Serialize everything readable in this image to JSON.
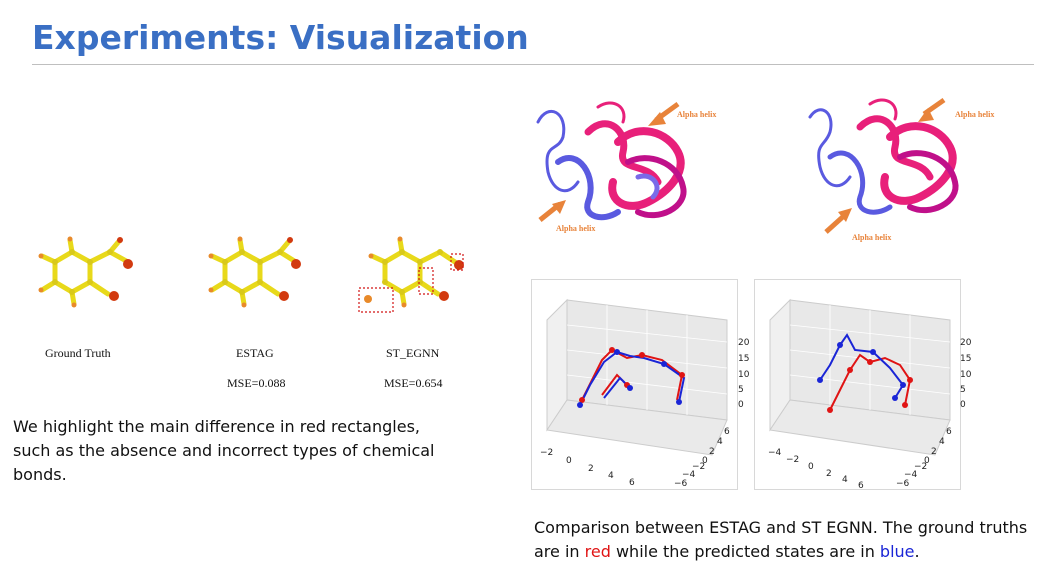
{
  "slide": {
    "title": "Experiments: Visualization"
  },
  "molecules": [
    {
      "label": "Ground Truth",
      "mse": ""
    },
    {
      "label": "ESTAG",
      "mse": "MSE=0.088"
    },
    {
      "label": "ST_EGNN",
      "mse": "MSE=0.654"
    }
  ],
  "left_text": {
    "description": "We highlight the main difference in red rectangles, such as the absence and incorrect types of chemical bonds."
  },
  "proteins": {
    "labels": [
      "Alpha helix",
      "Alpha helix",
      "Alpha helix",
      "Alpha helix"
    ]
  },
  "plots": {
    "left": {
      "z_ticks": [
        "20",
        "15",
        "10",
        "5",
        "0"
      ],
      "x_ticks": [
        "−2",
        "0",
        "2",
        "4",
        "6"
      ],
      "y_ticks": [
        "6",
        "4",
        "2",
        "0",
        "−2",
        "−4",
        "−6"
      ]
    },
    "right": {
      "z_ticks": [
        "20",
        "15",
        "10",
        "5",
        "0"
      ],
      "x_ticks": [
        "−4",
        "−2",
        "0",
        "2",
        "4",
        "6"
      ],
      "y_ticks": [
        "6",
        "4",
        "2",
        "0",
        "−2",
        "−4",
        "−6"
      ]
    }
  },
  "caption": {
    "part1": "Comparison between ESTAG and ST EGNN. The ground truths are in ",
    "red_word": "red",
    "part2": " while the predicted states are in ",
    "blue_word": "blue",
    "part3": "."
  },
  "colors": {
    "title": "#3a6fc4",
    "gt": "#e01414",
    "pred": "#1a25d6",
    "protein_pink": "#e8207a",
    "protein_blue": "#5a5ae0",
    "arrow": "#e8833a"
  }
}
